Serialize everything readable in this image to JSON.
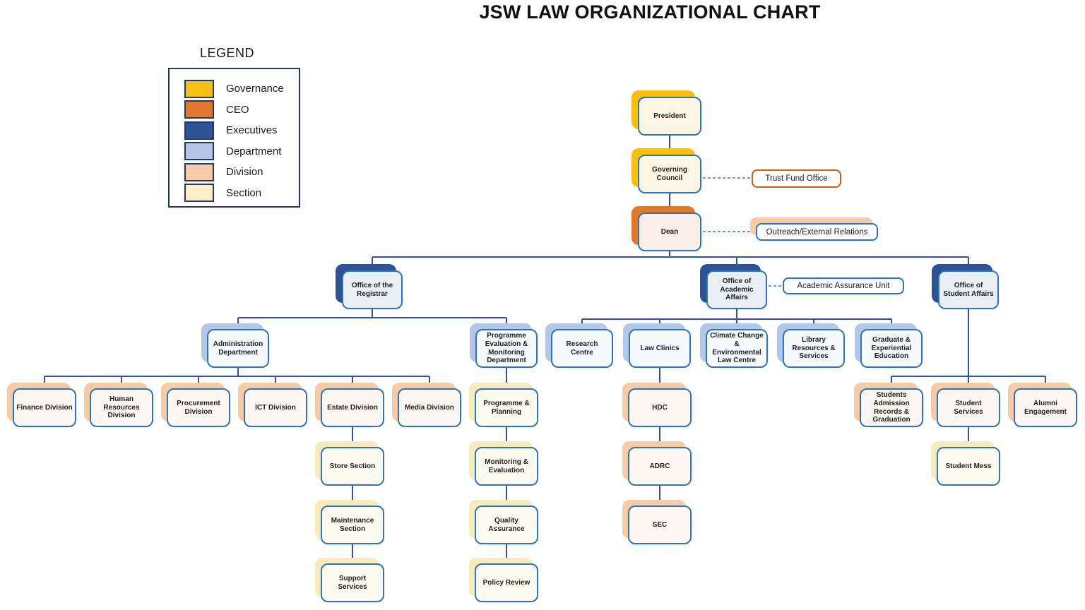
{
  "title": "JSW LAW ORGANIZATIONAL CHART",
  "colors": {
    "governance": "#F6C013",
    "ceo": "#E2772E",
    "executives": "#2E5395",
    "department": "#B4C7E7",
    "division": "#F6CBA8",
    "section": "#FDF0C8",
    "box_border": "#2E75B6",
    "annotation_border_orange": "#C55F1F",
    "connector": "#2E5597"
  },
  "legend": {
    "title": "LEGEND",
    "items": [
      {
        "label": "Governance",
        "key": "governance"
      },
      {
        "label": "CEO",
        "key": "ceo"
      },
      {
        "label": "Executives",
        "key": "executives"
      },
      {
        "label": "Department",
        "key": "department"
      },
      {
        "label": "Division",
        "key": "division"
      },
      {
        "label": "Section",
        "key": "section"
      }
    ]
  },
  "nodes": {
    "president": {
      "label": "President",
      "type": "Governance"
    },
    "governing_council": {
      "label": "Governing Council",
      "type": "Governance"
    },
    "trust_fund_office": {
      "label": "Trust Fund Office",
      "type": "Annotation"
    },
    "dean": {
      "label": "Dean",
      "type": "CEO"
    },
    "outreach": {
      "label": "Outreach/External Relations",
      "type": "Annotation"
    },
    "registrar": {
      "label": "Office of the Registrar",
      "type": "Executives"
    },
    "academic_affairs": {
      "label": "Office of Academic Affairs",
      "type": "Executives"
    },
    "academic_assurance_unit": {
      "label": "Academic Assurance Unit",
      "type": "Annotation"
    },
    "student_affairs": {
      "label": "Office of Student Affairs",
      "type": "Executives"
    },
    "admin_department": {
      "label": "Administration Department",
      "type": "Department"
    },
    "pemd": {
      "label": "Programme Evaluation & Monitoring Department",
      "type": "Department"
    },
    "research_centre": {
      "label": "Research Centre",
      "type": "Department"
    },
    "law_clinics": {
      "label": "Law Clinics",
      "type": "Department"
    },
    "climate_centre": {
      "label": "Climate Change & Environmental Law Centre",
      "type": "Department"
    },
    "library_resources": {
      "label": "Library Resources & Services",
      "type": "Department"
    },
    "graduate_education": {
      "label": "Graduate & Experiential Education",
      "type": "Department"
    },
    "finance": {
      "label": "Finance Division",
      "type": "Division"
    },
    "human_resources": {
      "label": "Human Resources Division",
      "type": "Division"
    },
    "procurement": {
      "label": "Procurement Division",
      "type": "Division"
    },
    "ict": {
      "label": "ICT Division",
      "type": "Division"
    },
    "estate": {
      "label": "Estate Division",
      "type": "Division"
    },
    "media": {
      "label": "Media Division",
      "type": "Division"
    },
    "store_section": {
      "label": "Store Section",
      "type": "Section"
    },
    "maintenance_section": {
      "label": "Maintenance Section",
      "type": "Section"
    },
    "support_services": {
      "label": "Support Services",
      "type": "Section"
    },
    "programme_planning": {
      "label": "Programme & Planning",
      "type": "Section"
    },
    "monitoring_evaluation": {
      "label": "Monitoring & Evaluation",
      "type": "Section"
    },
    "quality_assurance": {
      "label": "Quality Assurance",
      "type": "Section"
    },
    "policy_review": {
      "label": "Policy Review",
      "type": "Section"
    },
    "hdc": {
      "label": "HDC",
      "type": "Division"
    },
    "adrc": {
      "label": "ADRC",
      "type": "Division"
    },
    "sec": {
      "label": "SEC",
      "type": "Division"
    },
    "students_admission": {
      "label": "Students Admission Records & Graduation",
      "type": "Division"
    },
    "student_services": {
      "label": "Student Services",
      "type": "Division"
    },
    "alumni_engagement": {
      "label": "Alumni Engagement",
      "type": "Division"
    },
    "student_mess": {
      "label": "Student Mess",
      "type": "Section"
    }
  }
}
